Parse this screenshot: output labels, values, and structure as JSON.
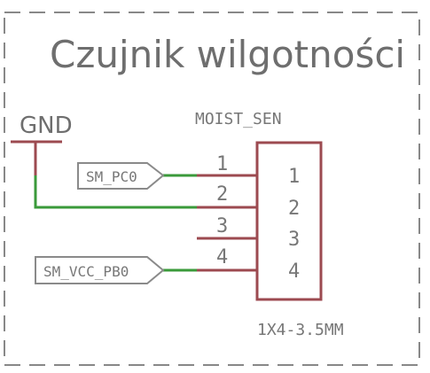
{
  "sheet": {
    "title": "Czujnik wilgotności"
  },
  "component": {
    "name": "MOIST_SEN",
    "package": "1X4-3.5MM",
    "pins": [
      {
        "number": "1",
        "inside": "1"
      },
      {
        "number": "2",
        "inside": "2"
      },
      {
        "number": "3",
        "inside": "3"
      },
      {
        "number": "4",
        "inside": "4"
      }
    ]
  },
  "nets": {
    "gnd": "GND",
    "label_pc0": "SM_PC0",
    "label_vcc_pb0": "SM_VCC_PB0"
  },
  "colors": {
    "net_wire": "#3a9a3a",
    "component_outline": "#9c4a50",
    "frame": "#888888",
    "text": "#6e6e6e"
  }
}
